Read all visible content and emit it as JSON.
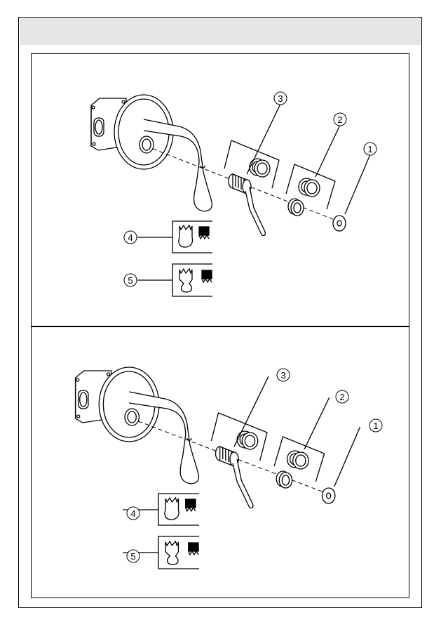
{
  "diagrams": [
    {
      "callouts": [
        {
          "label": "1"
        },
        {
          "label": "2"
        },
        {
          "label": "3"
        },
        {
          "label": "4"
        },
        {
          "label": "5"
        }
      ]
    },
    {
      "callouts": [
        {
          "label": "1"
        },
        {
          "label": "2"
        },
        {
          "label": "3"
        },
        {
          "label": "4"
        },
        {
          "label": "5"
        }
      ]
    }
  ]
}
